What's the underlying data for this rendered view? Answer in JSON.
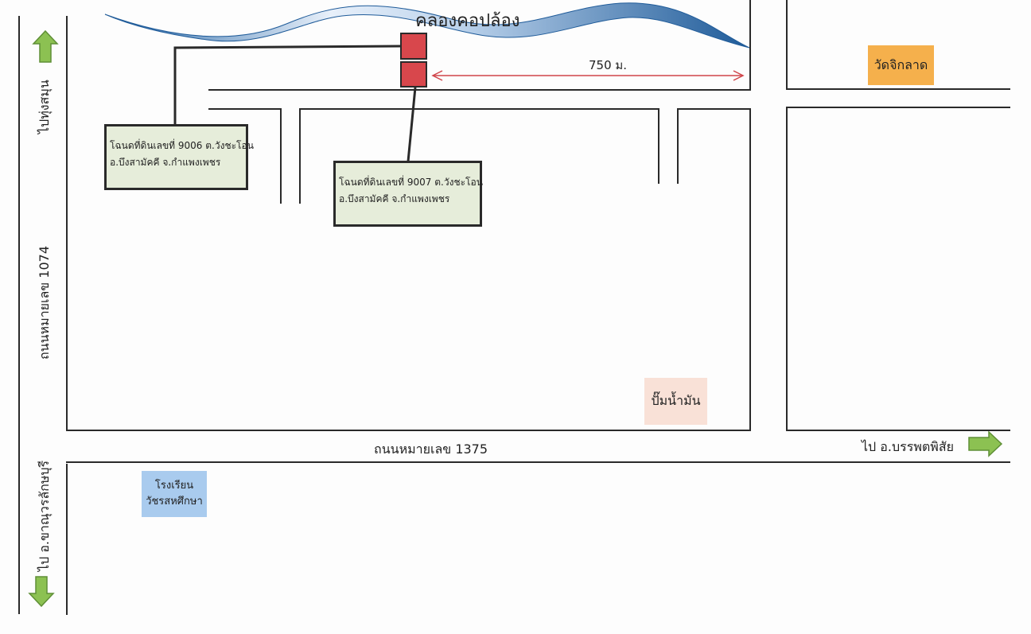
{
  "canal": {
    "label": "คลองคอปล้อง"
  },
  "distance": {
    "label": "750 ม."
  },
  "roads": {
    "vertical_label": "ถนนหมายเลข 1074",
    "horizontal_label": "ถนนหมายเลข 1375"
  },
  "directions": {
    "north": "ไปทุ่งสมุน",
    "south": "ไป อ.ขาณุวรลักษบุรี",
    "east": "ไป อ.บรรพตพิสัย"
  },
  "deeds": [
    {
      "line1": "โฉนดที่ดินเลขที่ 9006 ต.วังชะโอน",
      "line2": "อ.บึงสามัคคี จ.กำแพงเพชร"
    },
    {
      "line1": "โฉนดที่ดินเลขที่ 9007 ต.วังชะโอน",
      "line2": "อ.บึงสามัคคี จ.กำแพงเพชร"
    }
  ],
  "landmarks": {
    "temple": {
      "label": "วัดจิกลาด",
      "color": "#f5b04c"
    },
    "gas_station": {
      "label": "ปั๊มน้ำมัน",
      "color": "#f9e1d7"
    },
    "school": {
      "line1": "โรงเรียน",
      "line2": "วัชรสหศึกษา",
      "color": "#a9cbee"
    }
  },
  "colors": {
    "arrow_green": "#8cc152",
    "plot_red": "#d8474c",
    "dimension_red": "#d0454a",
    "canal_blue": "#2c6aa8"
  }
}
